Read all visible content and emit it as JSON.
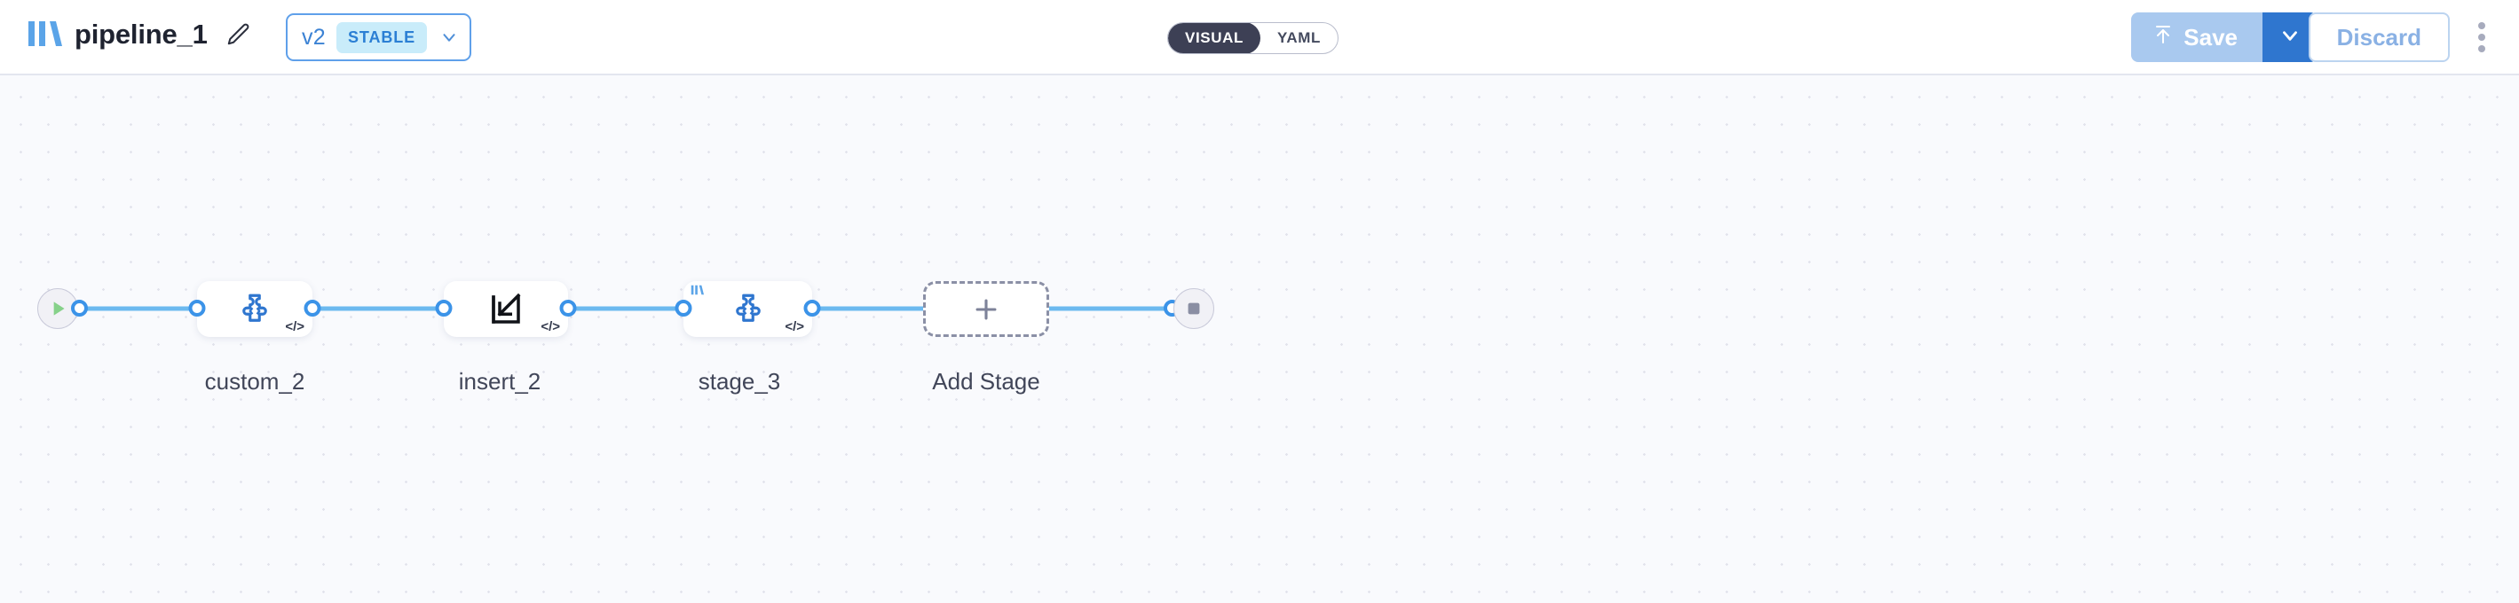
{
  "header": {
    "logo_icon": "pipeline-bars-logo",
    "title": "pipeline_1",
    "edit_icon": "pencil-icon",
    "version": {
      "label": "v2",
      "status_badge": "STABLE",
      "dropdown_icon": "chevron-down-icon"
    },
    "mode_toggle": {
      "options": [
        {
          "label": "VISUAL",
          "active": true
        },
        {
          "label": "YAML",
          "active": false
        }
      ]
    },
    "actions": {
      "save_label": "Save",
      "save_icon": "upload-arrow-icon",
      "save_dropdown_icon": "chevron-down-icon",
      "discard_label": "Discard",
      "overflow_icon": "kebab-menu-icon"
    }
  },
  "canvas": {
    "start_node": {
      "name": "start-node",
      "icon": "play-icon"
    },
    "end_node": {
      "name": "end-node",
      "icon": "stop-square-icon"
    },
    "nodes": [
      {
        "label": "custom_2",
        "icon": "puzzle-code-icon",
        "code_badge": "</>",
        "corner_logo": false
      },
      {
        "label": "insert_2",
        "icon": "import-arrow-icon",
        "code_badge": "</>",
        "corner_logo": false
      },
      {
        "label": "stage_3",
        "icon": "puzzle-code-icon",
        "code_badge": "</>",
        "corner_logo": true
      }
    ],
    "add_stage": {
      "label": "Add Stage",
      "icon": "plus-icon"
    }
  },
  "colors": {
    "edge": "#6cb9ef",
    "port_stroke": "#3b93e8",
    "accent_blue": "#2f76cf",
    "brand_blue": "#5ba4e8",
    "play_green": "#86d18a",
    "stop_gray": "#8a8ea3"
  }
}
